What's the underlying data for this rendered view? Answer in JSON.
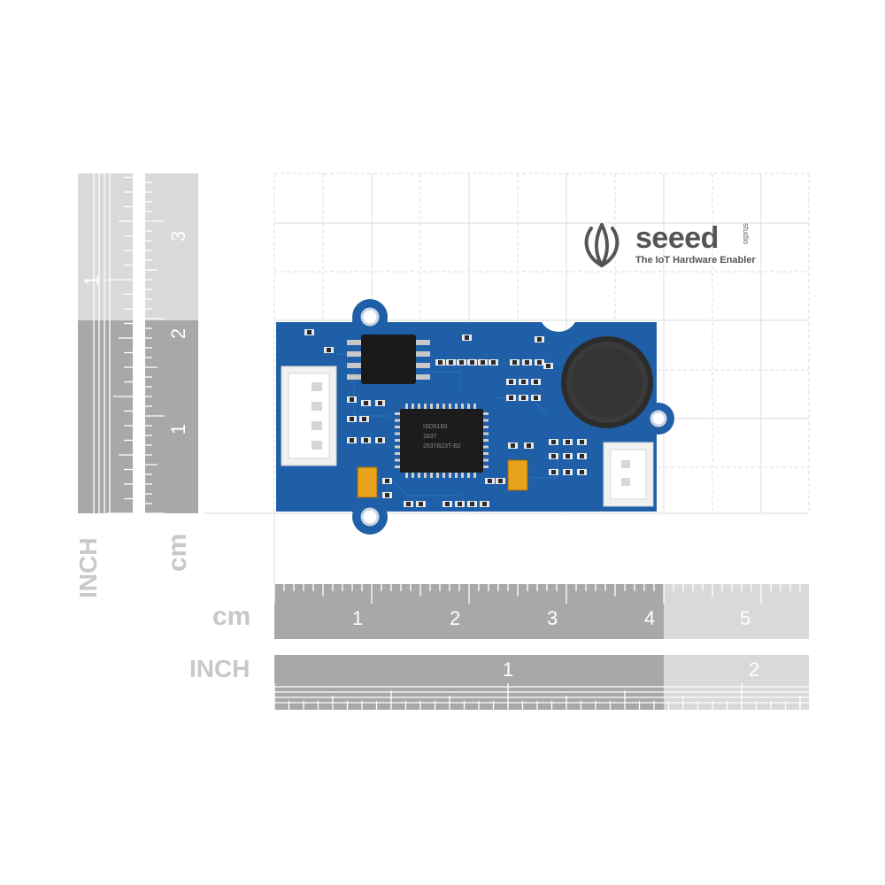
{
  "brand": {
    "name": "seeed",
    "studio": "studio",
    "tagline": "The IoT Hardware Enabler",
    "logo_icon": "seeed-flame-logo-icon"
  },
  "horizontal_ruler": {
    "cm_label": "cm",
    "cm_ticks": [
      "1",
      "2",
      "3",
      "4",
      "5"
    ],
    "inch_label": "INCH",
    "inch_ticks": [
      "1",
      "2"
    ]
  },
  "vertical_ruler": {
    "inch_label": "INCH",
    "inch_ticks": [
      "1"
    ],
    "cm_label": "cm",
    "cm_ticks": [
      "1",
      "2",
      "3"
    ]
  },
  "chip_marking": {
    "lines": [
      "ISD9160",
      "1837",
      "2637B23T-B2"
    ]
  },
  "colors": {
    "pcb": "#1f5fa8",
    "ruler_dark": "#a8a8a8",
    "ruler_light": "#d9d9d9",
    "grid": "#e2e2e2",
    "label": "#c8c8c8"
  }
}
